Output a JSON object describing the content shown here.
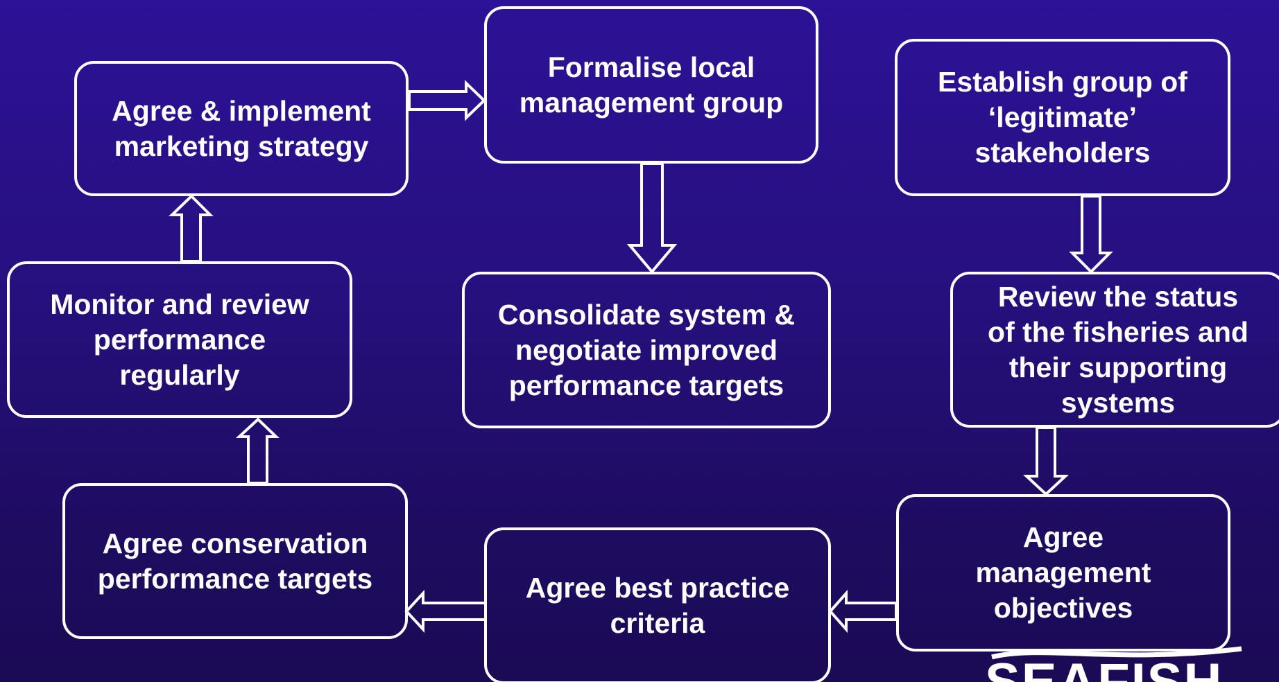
{
  "boxes": {
    "agree_implement_marketing": "Agree & implement\nmarketing strategy",
    "formalise_local_group": "Formalise local\nmanagement group",
    "establish_group": "Establish group of\n‘legitimate’\nstakeholders",
    "monitor_review": "Monitor and review\nperformance\nregularly",
    "consolidate_system": "Consolidate system &\nnegotiate improved\nperformance targets",
    "review_status": "Review the status\nof the fisheries and\ntheir supporting\nsystems",
    "agree_conservation": "Agree conservation\nperformance targets",
    "agree_best_practice": "Agree best practice\ncriteria",
    "agree_objectives": "Agree\nmanagement\nobjectives"
  },
  "logo": {
    "text": "SEAFISH"
  },
  "colors": {
    "background_top": "#2d1196",
    "background_bottom": "#1b0a55",
    "foreground": "#ffffff"
  }
}
